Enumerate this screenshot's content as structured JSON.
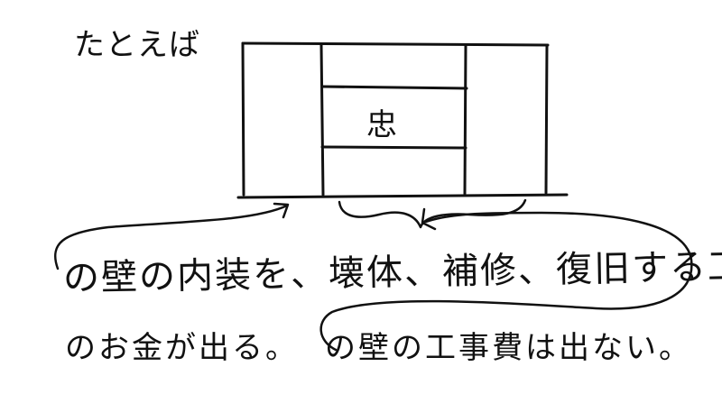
{
  "labels": {
    "example": "たとえば",
    "room_symbol": "忠",
    "line1": "の壁の内装を、壊体、補修、復旧する工事",
    "line2": "のお金が出る。",
    "line3": "の壁の工事費は出ない。"
  },
  "colors": {
    "ink": "#111111",
    "paper": "#ffffff"
  }
}
